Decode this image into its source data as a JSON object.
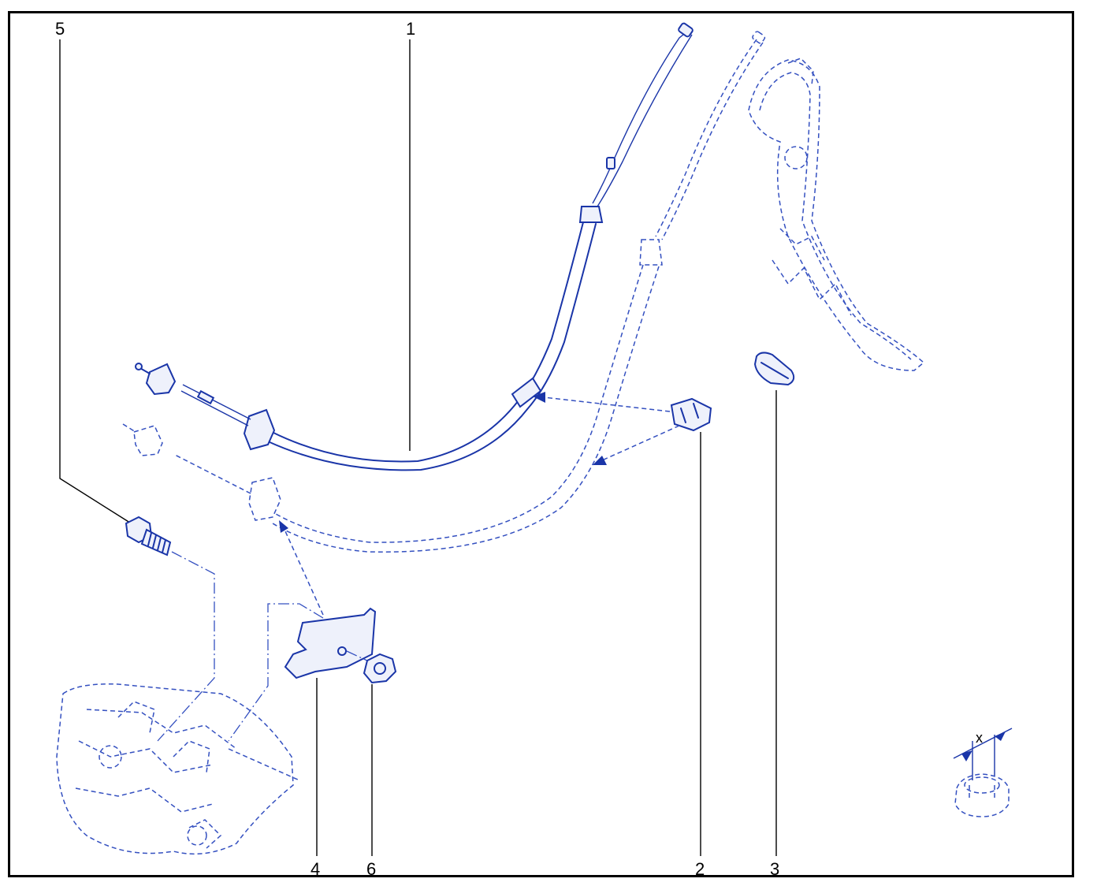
{
  "callouts": [
    {
      "id": "1",
      "label": "1"
    },
    {
      "id": "2",
      "label": "2"
    },
    {
      "id": "3",
      "label": "3"
    },
    {
      "id": "4",
      "label": "4"
    },
    {
      "id": "5",
      "label": "5"
    },
    {
      "id": "6",
      "label": "6"
    }
  ],
  "detail": {
    "dimension_label": "x"
  },
  "colors": {
    "line": "#1a35a8",
    "dashed": "#3450c0",
    "frame": "#000000"
  }
}
